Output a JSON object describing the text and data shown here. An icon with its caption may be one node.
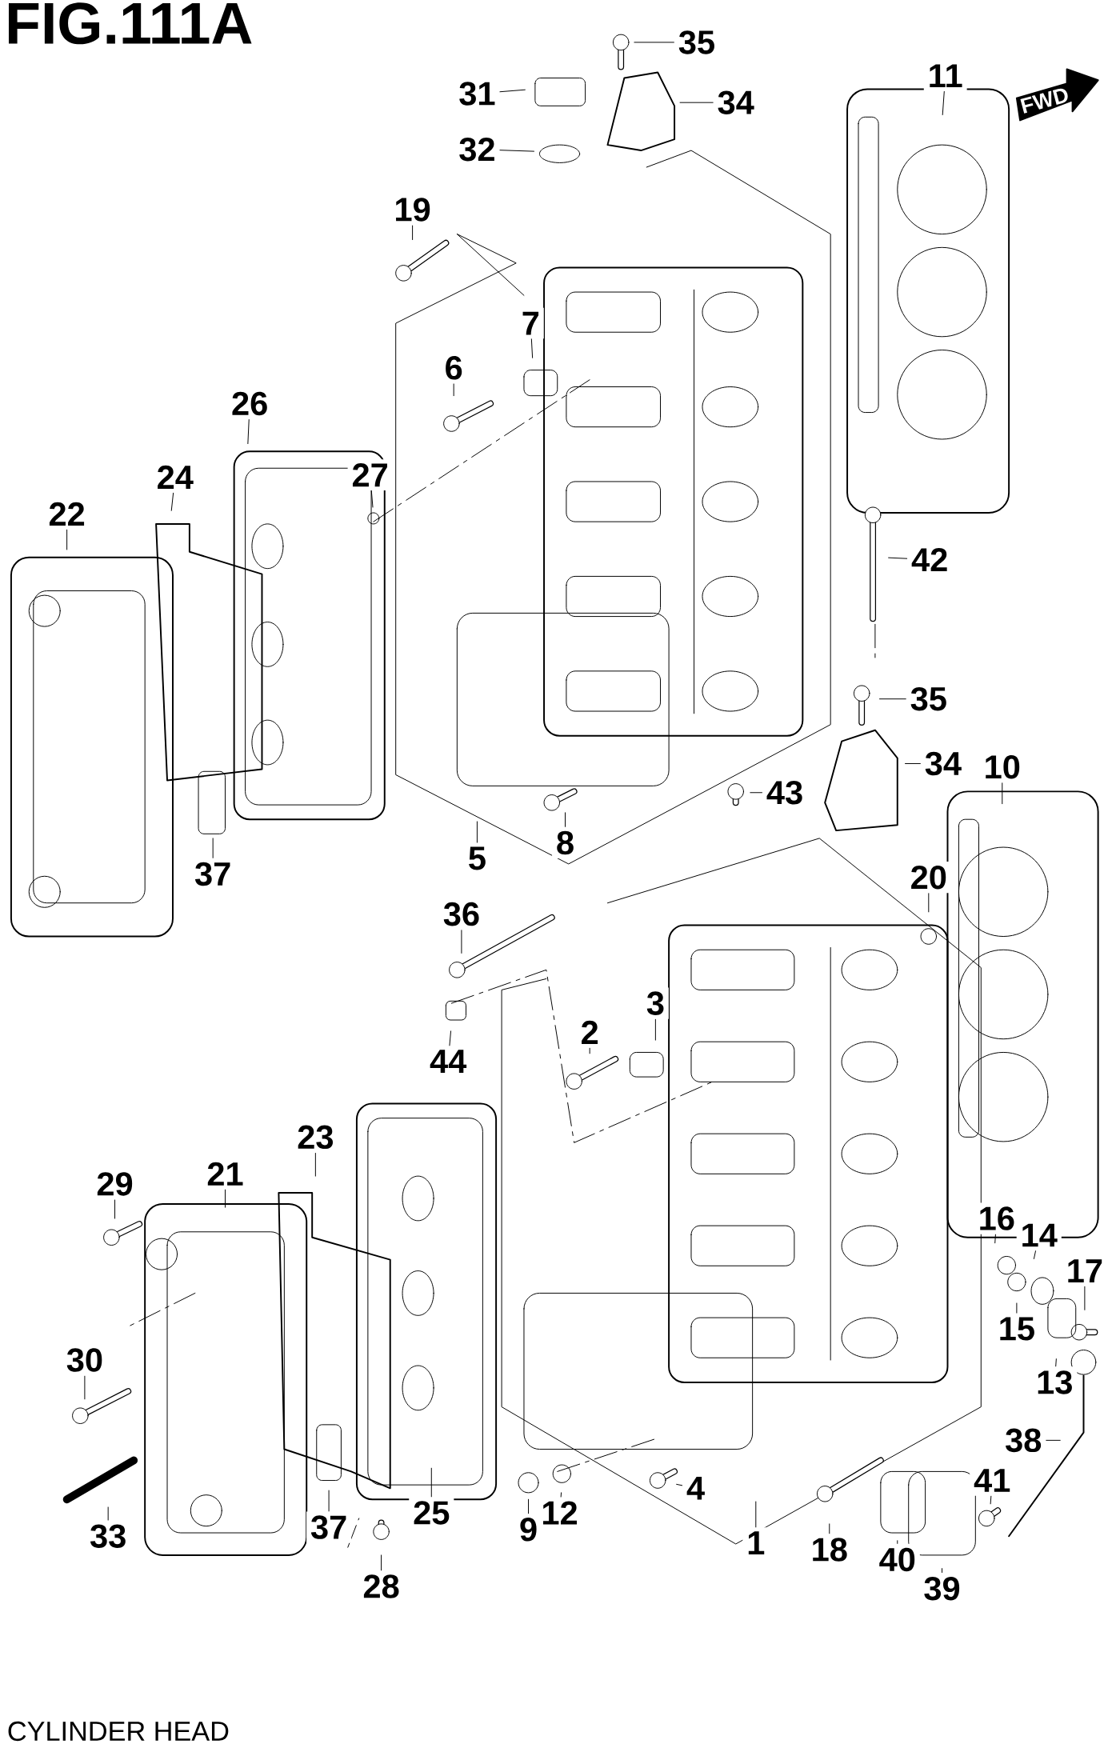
{
  "diagram": {
    "title": "FIG.111A",
    "caption": "CYLINDER HEAD",
    "nodes": [
      {
        "text": [
          "35"
        ]
      },
      {
        "text": [
          "34"
        ]
      },
      {
        "text": [
          "31"
        ]
      },
      {
        "text": [
          "32"
        ]
      },
      {
        "text": [
          "11"
        ]
      },
      {
        "text": [
          "19"
        ]
      },
      {
        "text": [
          "7"
        ]
      },
      {
        "text": [
          "6"
        ]
      },
      {
        "text": [
          "26"
        ]
      },
      {
        "text": [
          "24"
        ]
      },
      {
        "text": [
          "27"
        ]
      },
      {
        "text": [
          "22"
        ]
      },
      {
        "text": [
          "42"
        ]
      },
      {
        "text": [
          "35"
        ]
      },
      {
        "text": [
          "34"
        ]
      },
      {
        "text": [
          "10"
        ]
      },
      {
        "text": [
          "43"
        ]
      },
      {
        "text": [
          "8"
        ]
      },
      {
        "text": [
          "5"
        ]
      },
      {
        "text": [
          "37"
        ]
      },
      {
        "text": [
          "20"
        ]
      },
      {
        "text": [
          "36"
        ]
      },
      {
        "text": [
          "3"
        ]
      },
      {
        "text": [
          "2"
        ]
      },
      {
        "text": [
          "44"
        ]
      },
      {
        "text": [
          "23"
        ]
      },
      {
        "text": [
          "29"
        ]
      },
      {
        "text": [
          "21"
        ]
      },
      {
        "text": [
          "16"
        ]
      },
      {
        "text": [
          "14"
        ]
      },
      {
        "text": [
          "17"
        ]
      },
      {
        "text": [
          "15"
        ]
      },
      {
        "text": [
          "13"
        ]
      },
      {
        "text": [
          "30"
        ]
      },
      {
        "text": [
          "38"
        ]
      },
      {
        "text": [
          "41"
        ]
      },
      {
        "text": [
          "4"
        ]
      },
      {
        "text": [
          "25"
        ]
      },
      {
        "text": [
          "9"
        ]
      },
      {
        "text": [
          "12"
        ]
      },
      {
        "text": [
          "1"
        ]
      },
      {
        "text": [
          "18"
        ]
      },
      {
        "text": [
          "33"
        ]
      },
      {
        "text": [
          "37"
        ]
      },
      {
        "text": [
          "40"
        ]
      },
      {
        "text": [
          "39"
        ]
      },
      {
        "text": [
          "28"
        ]
      }
    ],
    "edges": [
      {
        "from": 0,
        "to": null,
        "arrow": "none"
      },
      {
        "from": 1,
        "to": null,
        "arrow": "none"
      },
      {
        "from": 2,
        "to": null,
        "arrow": "none"
      },
      {
        "from": 3,
        "to": null,
        "arrow": "none"
      },
      {
        "from": 4,
        "to": null,
        "arrow": "none"
      },
      {
        "from": 5,
        "to": null,
        "arrow": "none"
      },
      {
        "from": 6,
        "to": null,
        "arrow": "none"
      },
      {
        "from": 7,
        "to": null,
        "arrow": "none"
      },
      {
        "from": 8,
        "to": null,
        "arrow": "none"
      },
      {
        "from": 9,
        "to": null,
        "arrow": "none"
      },
      {
        "from": 10,
        "to": null,
        "arrow": "none"
      },
      {
        "from": 11,
        "to": null,
        "arrow": "none"
      },
      {
        "from": 12,
        "to": null,
        "arrow": "none"
      },
      {
        "from": 13,
        "to": null,
        "arrow": "none"
      },
      {
        "from": 14,
        "to": null,
        "arrow": "none"
      },
      {
        "from": 15,
        "to": null,
        "arrow": "none"
      },
      {
        "from": 16,
        "to": null,
        "arrow": "none"
      },
      {
        "from": 17,
        "to": null,
        "arrow": "none"
      },
      {
        "from": 18,
        "to": null,
        "arrow": "none"
      },
      {
        "from": 19,
        "to": null,
        "arrow": "none"
      },
      {
        "from": 20,
        "to": null,
        "arrow": "none"
      },
      {
        "from": 21,
        "to": null,
        "arrow": "none"
      },
      {
        "from": 22,
        "to": null,
        "arrow": "none"
      },
      {
        "from": 23,
        "to": null,
        "arrow": "none"
      },
      {
        "from": 24,
        "to": null,
        "arrow": "none"
      },
      {
        "from": 25,
        "to": null,
        "arrow": "none"
      },
      {
        "from": 26,
        "to": null,
        "arrow": "none"
      },
      {
        "from": 27,
        "to": null,
        "arrow": "none"
      },
      {
        "from": 28,
        "to": null,
        "arrow": "none"
      },
      {
        "from": 29,
        "to": null,
        "arrow": "none"
      },
      {
        "from": 30,
        "to": null,
        "arrow": "none"
      },
      {
        "from": 31,
        "to": null,
        "arrow": "none"
      },
      {
        "from": 32,
        "to": null,
        "arrow": "none"
      },
      {
        "from": 33,
        "to": null,
        "arrow": "none"
      },
      {
        "from": 34,
        "to": null,
        "arrow": "none"
      },
      {
        "from": 35,
        "to": null,
        "arrow": "none"
      },
      {
        "from": 36,
        "to": null,
        "arrow": "none"
      },
      {
        "from": 37,
        "to": null,
        "arrow": "none"
      },
      {
        "from": 38,
        "to": null,
        "arrow": "none"
      },
      {
        "from": 39,
        "to": null,
        "arrow": "none"
      },
      {
        "from": 40,
        "to": null,
        "arrow": "none"
      },
      {
        "from": 41,
        "to": null,
        "arrow": "none"
      },
      {
        "from": 42,
        "to": null,
        "arrow": "none"
      },
      {
        "from": 43,
        "to": null,
        "arrow": "none"
      },
      {
        "from": 44,
        "to": null,
        "arrow": "none"
      },
      {
        "from": 45,
        "to": null,
        "arrow": "none"
      },
      {
        "from": 46,
        "to": null,
        "arrow": "none"
      }
    ],
    "labels": [
      "FWD"
    ]
  }
}
